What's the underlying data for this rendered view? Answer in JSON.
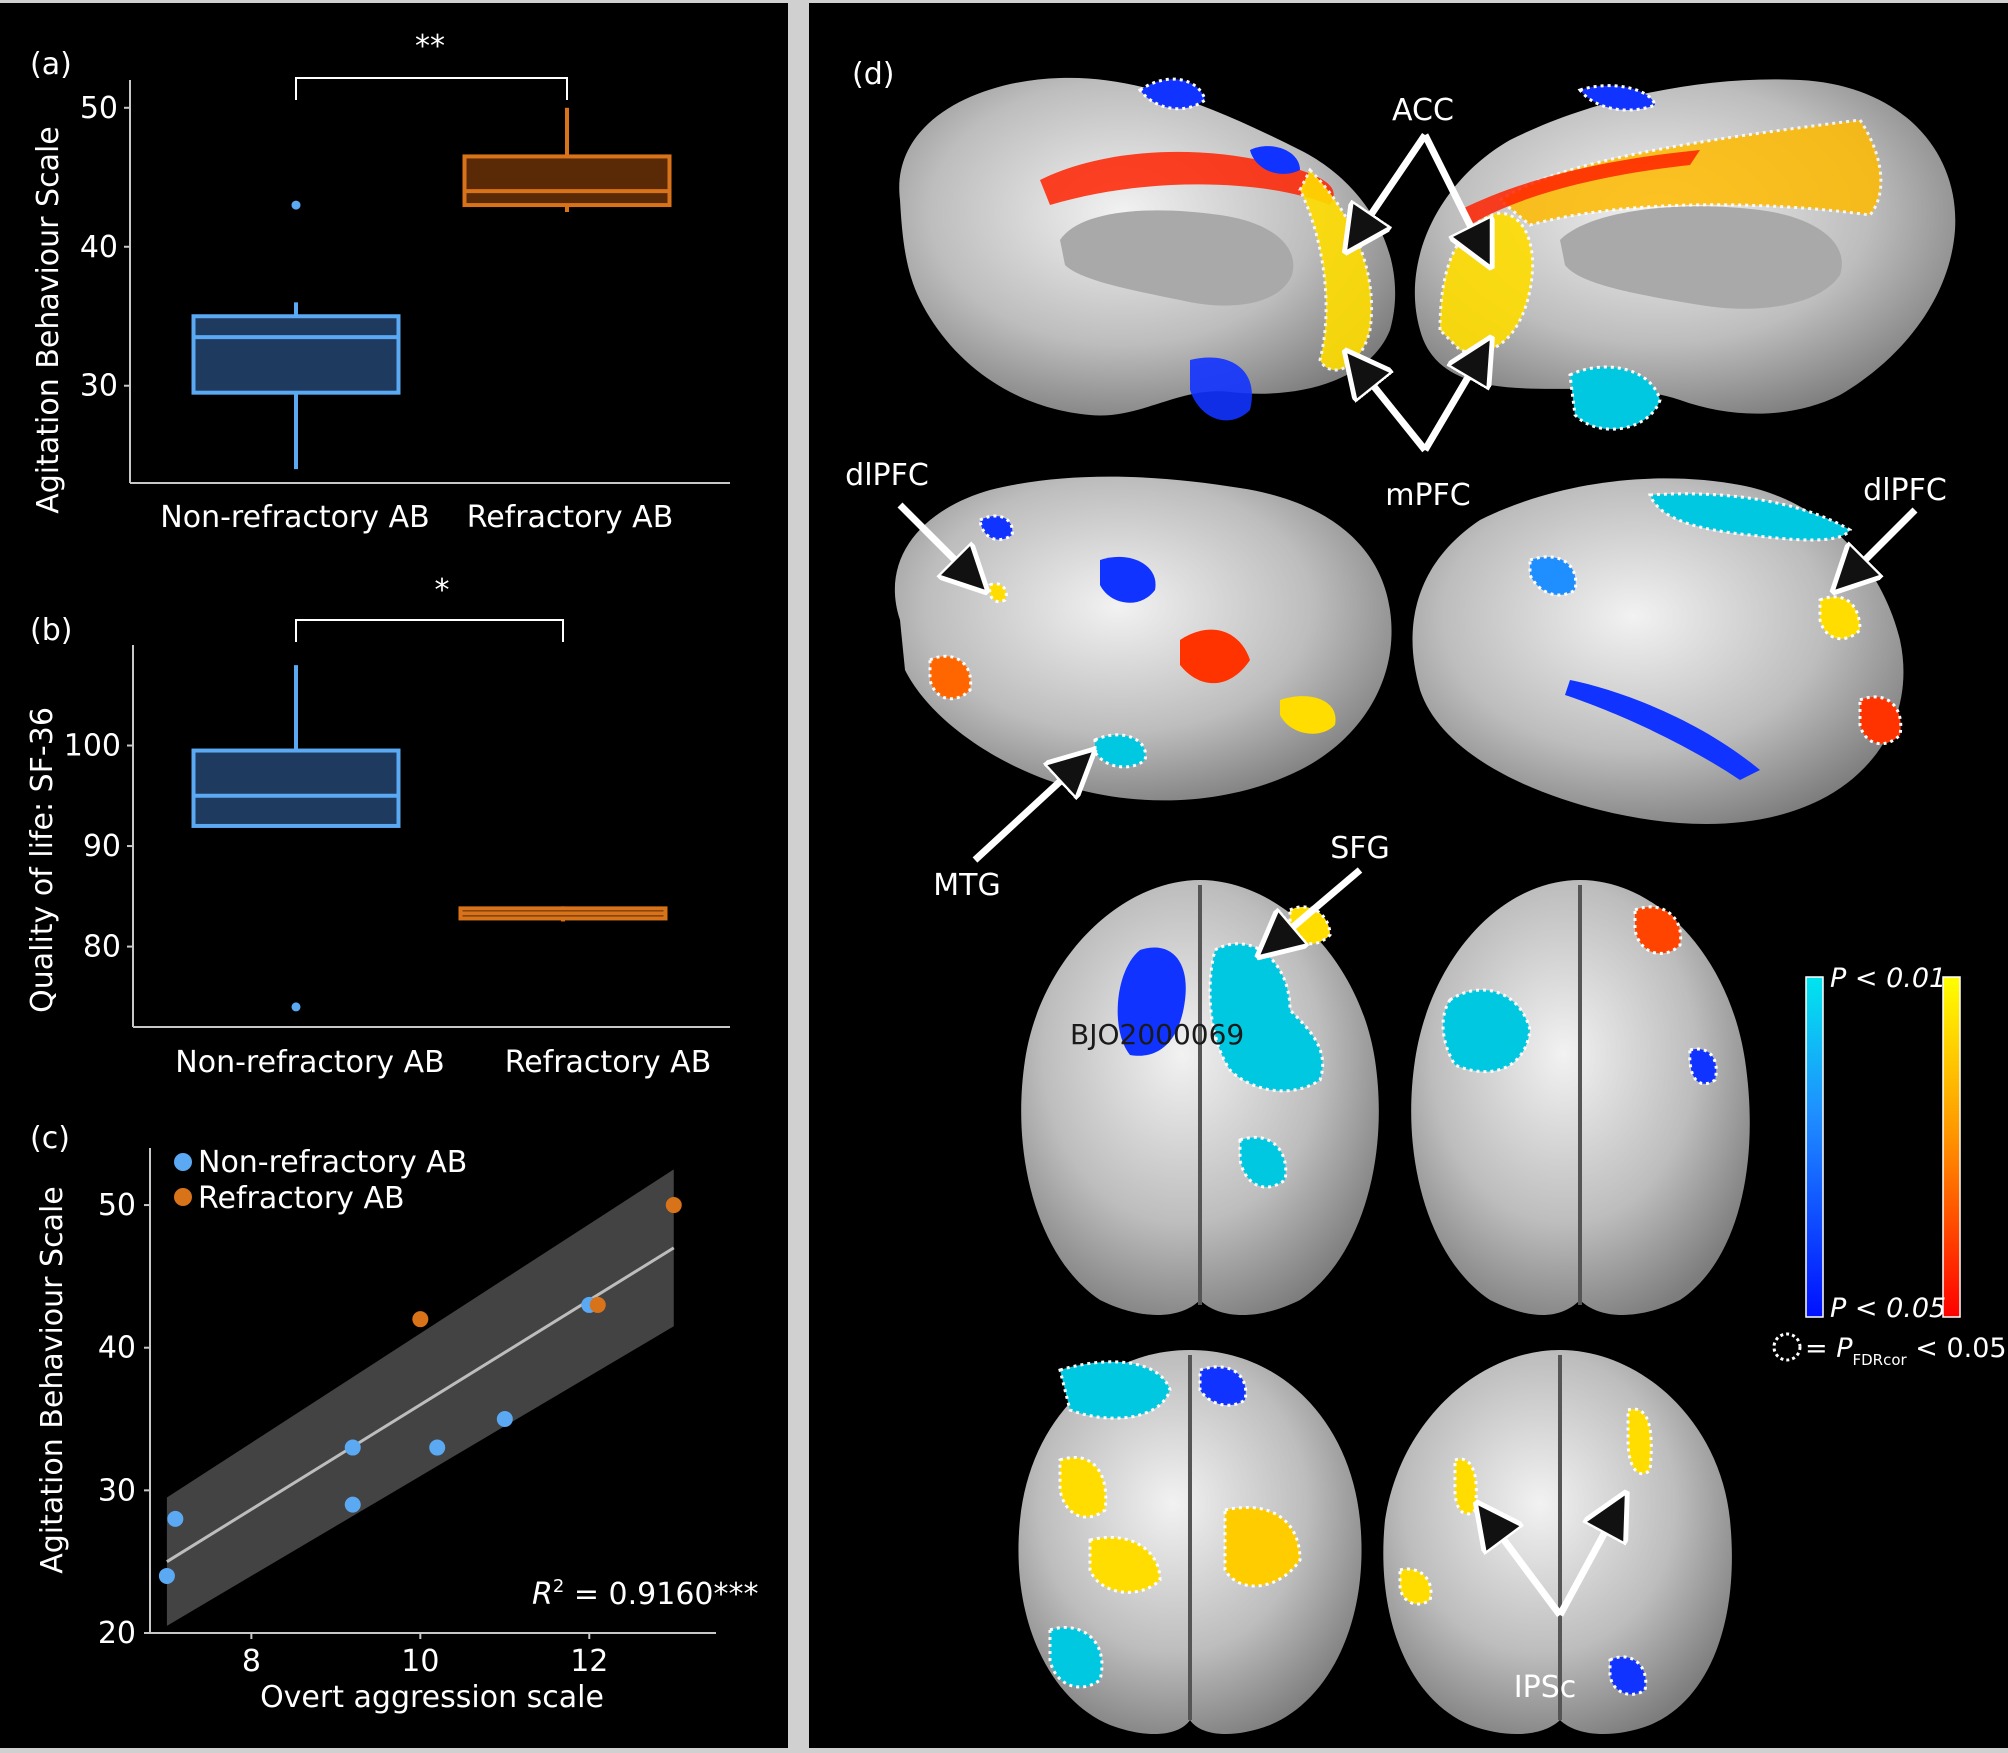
{
  "colors": {
    "nonrefractory_fill": "#1f3a5f",
    "nonrefractory_stroke": "#5aa9f2",
    "refractory_fill": "#5a2a06",
    "refractory_stroke": "#d9731a",
    "axis": "#c8c8c8",
    "text": "#ffffff",
    "ci_band": "#4a4a4a",
    "fit_line": "#bdbdbd"
  },
  "chart_data": [
    {
      "panel": "(a)",
      "type": "box",
      "ylabel": "Agitation Behaviour Scale",
      "ylim": [
        23,
        52
      ],
      "yticks": [
        30,
        40,
        50
      ],
      "categories": [
        "Non-refractory AB",
        "Refractory AB"
      ],
      "boxes": [
        {
          "category": "Non-refractory AB",
          "whisker_low": 24,
          "q1": 29.5,
          "median": 33.5,
          "q3": 35,
          "whisker_high": 36,
          "outliers": [
            43
          ]
        },
        {
          "category": "Refractory AB",
          "whisker_low": 42.5,
          "q1": 43,
          "median": 44,
          "q3": 46.5,
          "whisker_high": 50,
          "outliers": []
        }
      ],
      "significance": "**"
    },
    {
      "panel": "(b)",
      "type": "box",
      "ylabel": "Quality of life: SF-36",
      "ylim": [
        72,
        110
      ],
      "yticks": [
        80,
        90,
        100
      ],
      "categories": [
        "Non-refractory AB",
        "Refractory AB"
      ],
      "boxes": [
        {
          "category": "Non-refractory AB",
          "whisker_low": 92,
          "q1": 92,
          "median": 95,
          "q3": 99.5,
          "whisker_high": 108,
          "outliers": [
            74
          ]
        },
        {
          "category": "Refractory AB",
          "whisker_low": 82.5,
          "q1": 82.8,
          "median": 83.3,
          "q3": 83.8,
          "whisker_high": 84,
          "outliers": []
        }
      ],
      "significance": "*"
    },
    {
      "panel": "(c)",
      "type": "scatter",
      "xlabel": "Overt aggression scale",
      "ylabel": "Agitation Behaviour Scale",
      "xlim": [
        6.8,
        13.5
      ],
      "ylim": [
        20,
        54
      ],
      "xticks": [
        8,
        10,
        12
      ],
      "yticks": [
        20,
        30,
        40,
        50
      ],
      "series": [
        {
          "name": "Non-refractory AB",
          "color": "#5aa9f2",
          "points": [
            [
              7.0,
              24
            ],
            [
              7.1,
              28
            ],
            [
              9.2,
              29
            ],
            [
              9.2,
              33
            ],
            [
              10.2,
              33
            ],
            [
              11.0,
              35
            ],
            [
              12.0,
              43
            ]
          ]
        },
        {
          "name": "Refractory AB",
          "color": "#d9731a",
          "points": [
            [
              10.0,
              42
            ],
            [
              12.1,
              43
            ],
            [
              13.0,
              50
            ]
          ]
        }
      ],
      "fit": {
        "x": [
          7.0,
          13.0
        ],
        "y": [
          25,
          47
        ]
      },
      "ci_band": {
        "x": [
          7.0,
          13.0
        ],
        "lower": [
          20.5,
          41.5
        ],
        "upper": [
          29.5,
          52.5
        ]
      },
      "annotation": {
        "r2_label": "R",
        "r2_superscript": "2",
        "r2_value": " = 0.9160***"
      }
    }
  ],
  "brain_panel": {
    "panel": "(d)",
    "labels": {
      "acc": "ACC",
      "mpfc": "mPFC",
      "dlpfc_left": "dlPFC",
      "dlpfc_right": "dlPFC",
      "mtg": "MTG",
      "sfg": "SFG",
      "ipsc": "IPSc",
      "watermark": "BJO2000069"
    },
    "colorbar": {
      "top_label": "P < 0.01",
      "bottom_label": "P < 0.05",
      "fdr_label": "= P",
      "fdr_subscript": "FDRcor",
      "fdr_threshold": " < 0.05",
      "negative_colors": [
        "#00e5ee",
        "#1f8fff",
        "#0010ff"
      ],
      "positive_colors": [
        "#ffff00",
        "#ff9900",
        "#ff0000"
      ]
    }
  }
}
